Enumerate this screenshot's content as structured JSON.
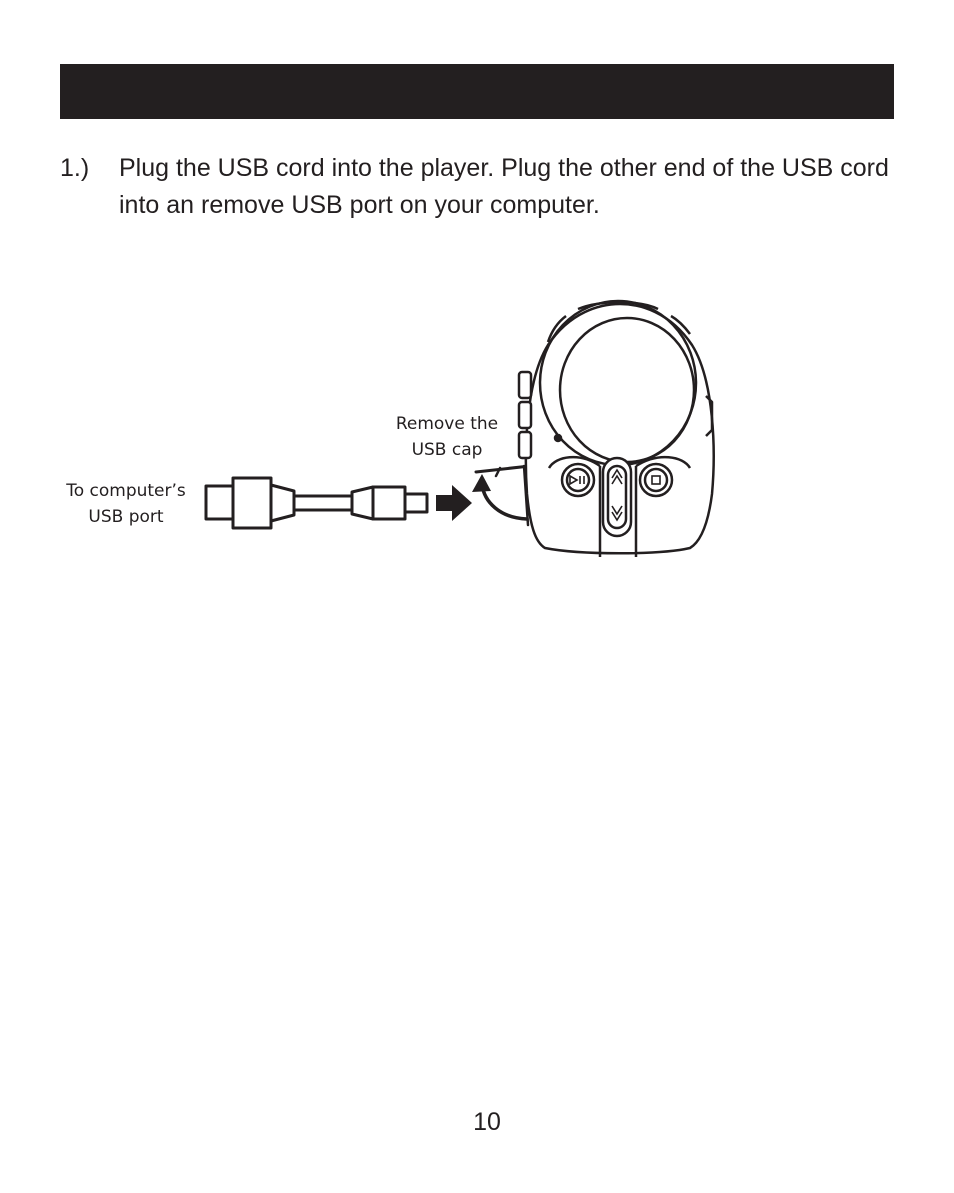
{
  "steps": [
    {
      "number": "1.)",
      "text": "Plug the USB cord into the player.  Plug the other end of the USB cord into an remove USB port on your computer."
    }
  ],
  "illustration": {
    "callouts": {
      "computer_port": "To computer’s USB port",
      "usb_cap": "Remove the USB cap"
    },
    "player_buttons": {
      "play_pause_icon": "play-pause-icon",
      "stop_icon": "stop-icon",
      "up_icon": "skip-up-icon",
      "down_icon": "skip-down-icon"
    }
  },
  "footer": {
    "page_number": "10"
  }
}
